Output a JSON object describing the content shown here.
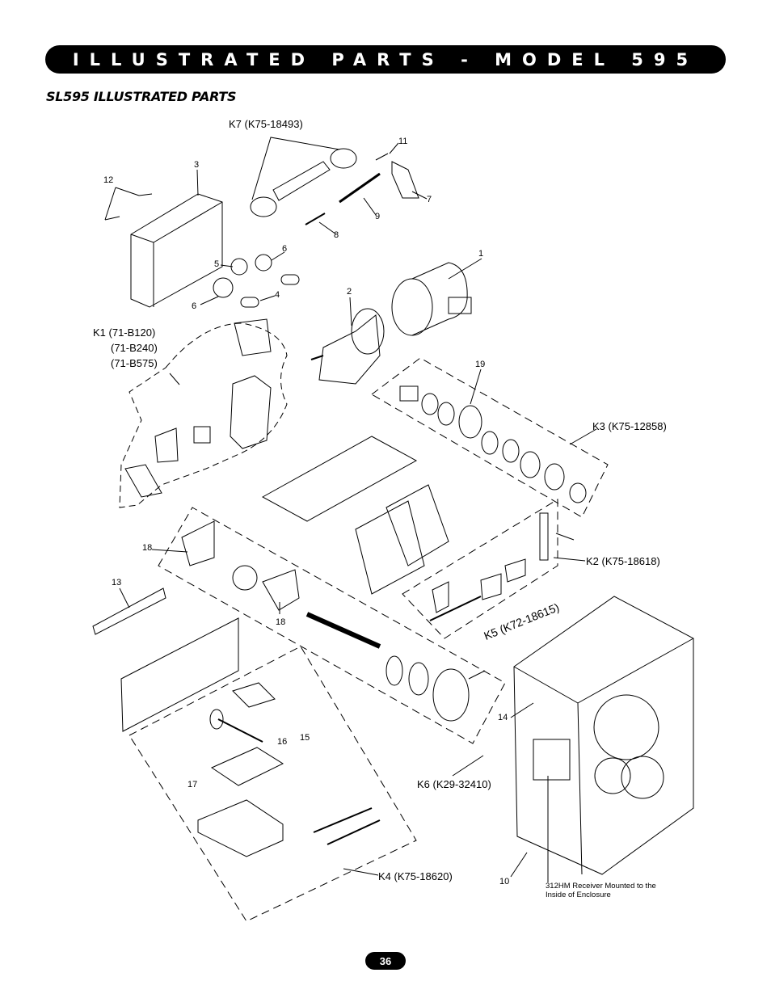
{
  "header": {
    "title": "ILLUSTRATED PARTS - MODEL 595"
  },
  "section": {
    "subtitle": "SL595 ILLUSTRATED PARTS"
  },
  "kits": {
    "k7": "K7 (K75-18493)",
    "k1_a": "K1 (71-B120)",
    "k1_b": "(71-B240)",
    "k1_c": "(71-B575)",
    "k3": "K3 (K75-12858)",
    "k2": "K2 (K75-18618)",
    "k5": "K5 (K72-18615)",
    "k6": "K6 (K29-32410)",
    "k4": "K4 (K75-18620)"
  },
  "callouts": {
    "n1": "1",
    "n2": "2",
    "n3": "3",
    "n4": "4",
    "n5": "5",
    "n6a": "6",
    "n6b": "6",
    "n7": "7",
    "n8": "8",
    "n9": "9",
    "n10": "10",
    "n11": "11",
    "n12": "12",
    "n13": "13",
    "n14": "14",
    "n15": "15",
    "n16": "16",
    "n17": "17",
    "n18a": "18",
    "n18b": "18",
    "n19": "19"
  },
  "receiver_note": "312HM Receiver Mounted to the Inside of Enclosure",
  "footer": {
    "page_number": "36"
  }
}
